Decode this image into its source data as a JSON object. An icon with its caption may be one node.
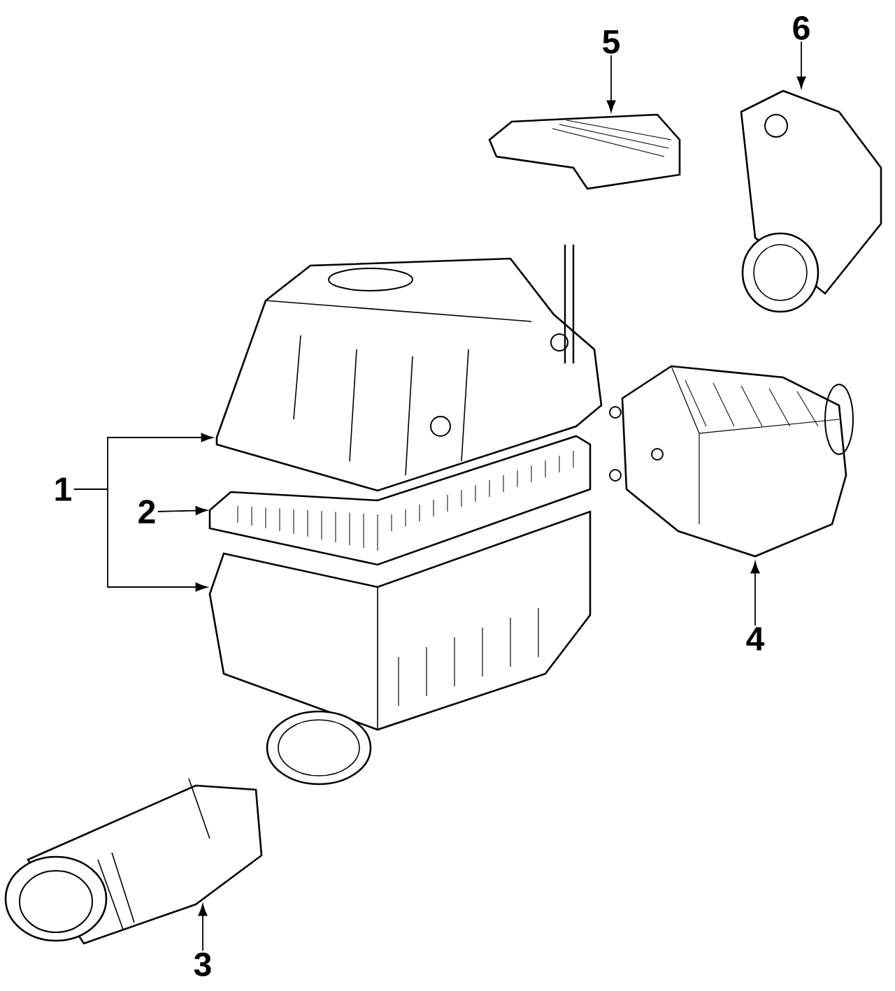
{
  "diagram": {
    "nodes": [
      {
        "text": [
          "1"
        ]
      },
      {
        "text": [
          "2"
        ]
      },
      {
        "text": [
          "3"
        ]
      },
      {
        "text": [
          "4"
        ]
      },
      {
        "text": [
          "5"
        ]
      },
      {
        "text": [
          "6"
        ]
      },
      {
        "text": [],
        "shape": "picture"
      },
      {
        "text": [],
        "shape": "picture"
      },
      {
        "text": [],
        "shape": "picture"
      },
      {
        "text": [],
        "shape": "picture"
      },
      {
        "text": [],
        "shape": "picture"
      },
      {
        "text": [],
        "shape": "picture"
      },
      {
        "text": [],
        "shape": "picture"
      }
    ],
    "edges": [
      {
        "from": 0,
        "to": 6,
        "arrow": "to"
      },
      {
        "from": 0,
        "to": 8,
        "arrow": "to"
      },
      {
        "from": 1,
        "to": 7,
        "arrow": "to"
      },
      {
        "from": 2,
        "to": 9,
        "arrow": "to"
      },
      {
        "from": 3,
        "to": 10,
        "arrow": "to"
      },
      {
        "from": 4,
        "to": 11,
        "arrow": "to"
      },
      {
        "from": 5,
        "to": 12,
        "arrow": "to"
      }
    ]
  }
}
